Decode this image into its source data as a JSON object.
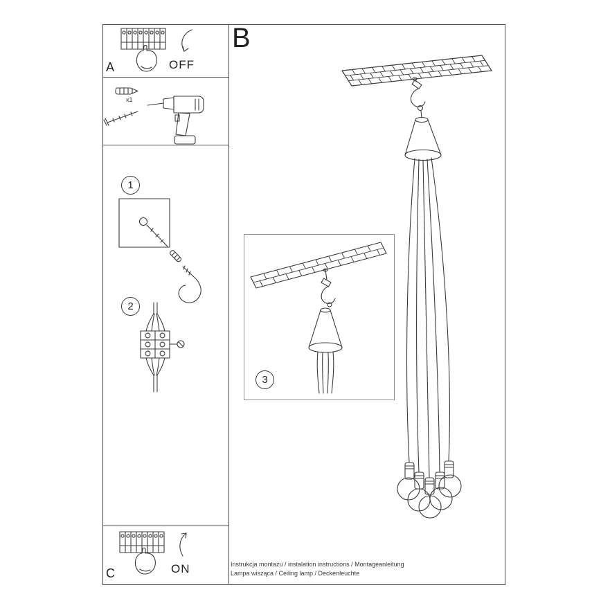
{
  "sections": {
    "a": {
      "label": "A",
      "state_label": "OFF"
    },
    "b": {
      "label": "B"
    },
    "c": {
      "label": "C",
      "state_label": "ON"
    },
    "hardware": {
      "quantity_label": "x1"
    }
  },
  "steps": [
    {
      "number": "1"
    },
    {
      "number": "2"
    },
    {
      "number": "3"
    }
  ],
  "footer": {
    "line1": "Instrukcja montażu / instalation instructions / Montageanleitung",
    "line2": "Lampa wisząca / Ceiling lamp / Deckenleuchte"
  },
  "colors": {
    "line": "#3a3a3a"
  }
}
